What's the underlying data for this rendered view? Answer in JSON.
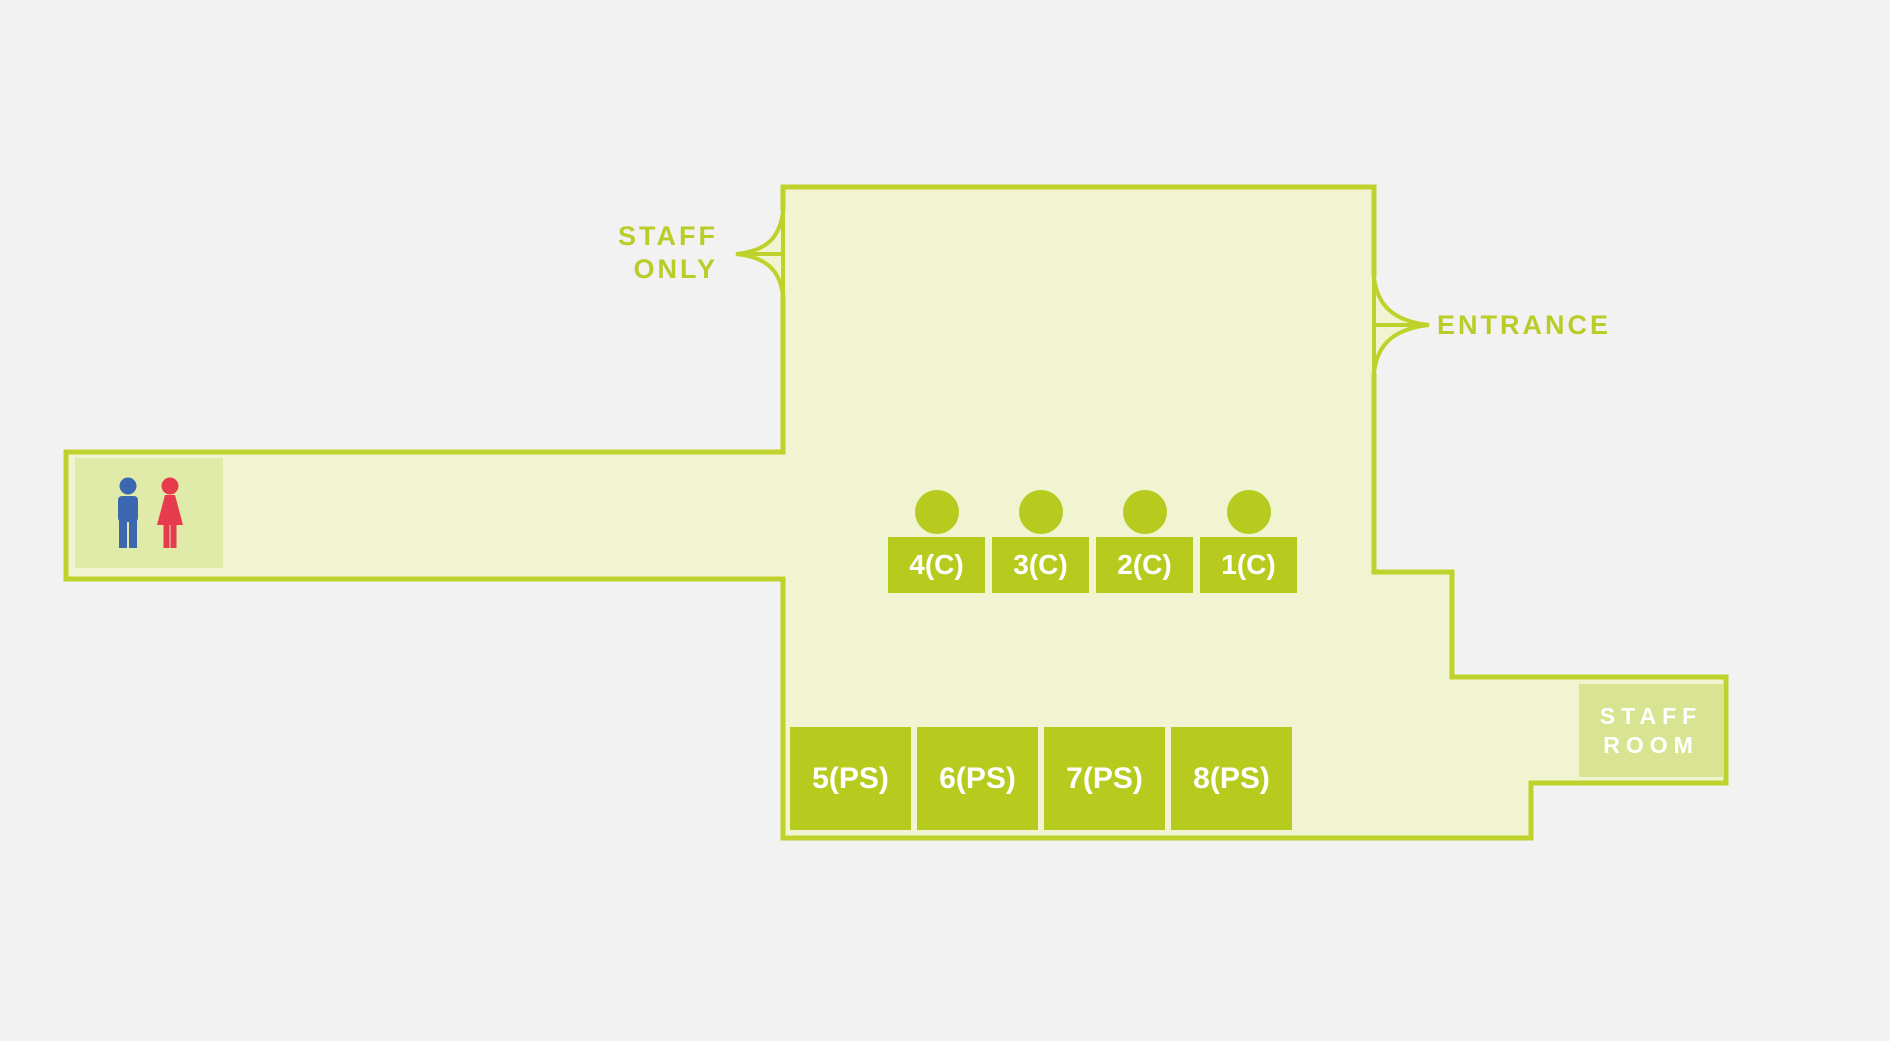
{
  "labels": {
    "staff_only_line1": "STAFF",
    "staff_only_line2": "ONLY",
    "entrance": "ENTRANCE",
    "staff_room_line1": "STAFF",
    "staff_room_line2": "ROOM"
  },
  "counter_seats": [
    {
      "label": "4(C)"
    },
    {
      "label": "3(C)"
    },
    {
      "label": "2(C)"
    },
    {
      "label": "1(C)"
    }
  ],
  "panel_seats": [
    {
      "label": "5(PS)"
    },
    {
      "label": "6(PS)"
    },
    {
      "label": "7(PS)"
    },
    {
      "label": "8(PS)"
    }
  ],
  "icons": {
    "restroom_man": "man-icon",
    "restroom_woman": "woman-icon"
  },
  "colors": {
    "background": "#f2f2f3",
    "wall_outline": "#bfd22b",
    "floor_fill": "#f0f4d1",
    "seat_fill": "#b6cb1d",
    "seat_text": "#ffffff",
    "label_text": "#b9cc27",
    "restroom_fill": "#e0eaa9",
    "staff_room_fill": "#d9e492",
    "man_icon": "#3b68b1",
    "woman_icon": "#e63c4e"
  }
}
